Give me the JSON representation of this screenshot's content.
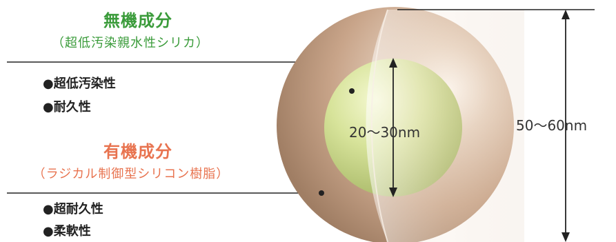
{
  "inorganic": {
    "title": "無機成分",
    "subtitle": "（超低汚染親水性シリカ）",
    "features": [
      "●超低汚染性",
      "●耐久性"
    ]
  },
  "organic": {
    "title": "有機成分",
    "subtitle": "（ラジカル制御型シリコン樹脂）",
    "features": [
      "●超耐久性",
      "●柔軟性"
    ]
  },
  "dimensions": {
    "inner": "20～30nm",
    "outer": "50～60nm"
  },
  "colors": {
    "inorganic_accent": "#3a9b3a",
    "organic_accent": "#e8734f"
  }
}
